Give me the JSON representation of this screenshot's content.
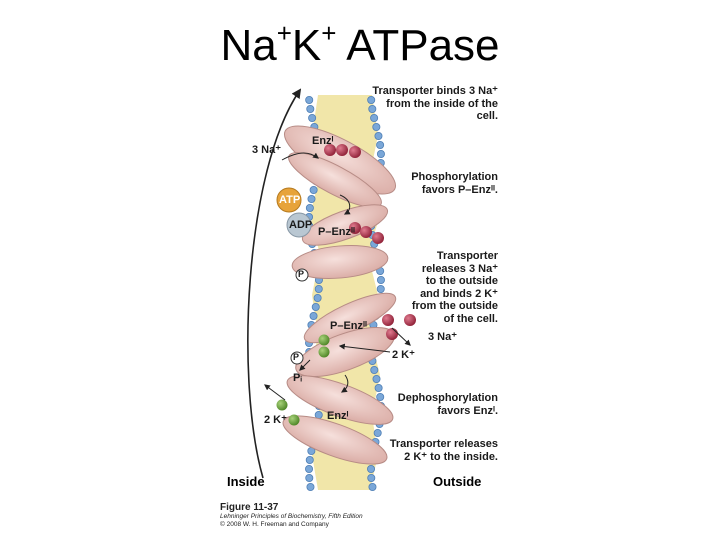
{
  "title": {
    "base1": "Na",
    "sup1": "+",
    "base2": "K",
    "sup2": "+",
    "rest": " ATPase"
  },
  "annotations": {
    "binds": [
      "Transporter binds 3 Na⁺",
      "from the inside of the",
      "cell."
    ],
    "phosph": [
      "Phosphorylation",
      "favors P–Enzᴵᴵ."
    ],
    "releases": [
      "Transporter",
      "releases 3 Na⁺",
      "to the outside",
      "and binds 2 K⁺",
      "from the outside",
      "of the cell."
    ],
    "dephosph": [
      "Dephosphorylation",
      "favors Enzᴵ."
    ],
    "release_k": [
      "Transporter releases",
      "2 K⁺ to the inside."
    ]
  },
  "labels": {
    "na_in": "3 Na⁺",
    "enz1_top": "Enzᴵ",
    "atp": "ATP",
    "adp": "ADP",
    "penz_top": "P–Enzᴵᴵ",
    "p1": "P",
    "penz_mid": "P–Enzᴵᴵ",
    "na_out": "3 Na⁺",
    "k_out": "2 K⁺",
    "p2": "P",
    "pi": "Pᵢ",
    "k_in": "2 K⁺",
    "enz1_bottom": "Enzᴵ"
  },
  "sides": {
    "inside": "Inside",
    "outside": "Outside"
  },
  "caption": {
    "figure": "Figure 11-37",
    "book": "Lehninger Principles of Biochemistry, Fifth Edition",
    "copyright": "© 2008 W. H. Freeman and Company"
  },
  "colors": {
    "enzyme": "#e9c3bd",
    "enzyme_edge": "#b78c86",
    "sodium": "#b52d48",
    "potassium": "#6aa637",
    "atp": "#e7a33a",
    "adp": "#b9c7d2",
    "lipid_head": "#7aa7d8",
    "lipid_tail": "#e8d77a"
  }
}
